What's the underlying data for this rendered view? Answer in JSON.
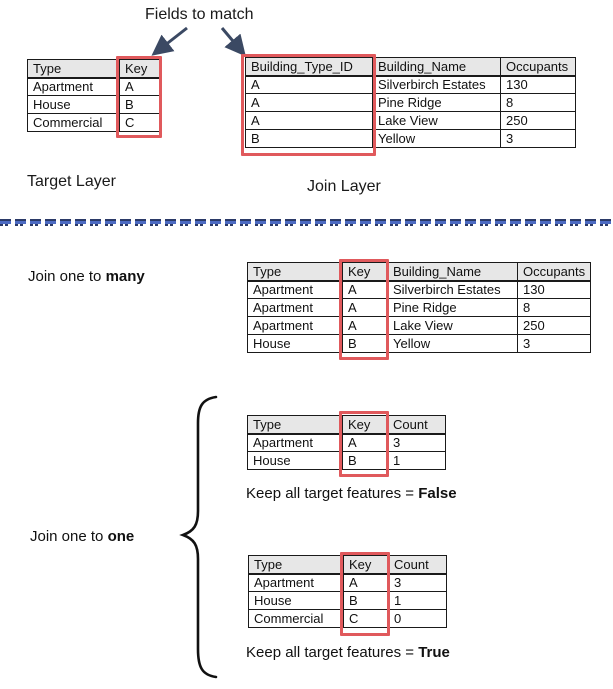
{
  "title": "Fields to match",
  "colors": {
    "highlight_red": "#e0595c",
    "header_gray": "#e7e7e7",
    "arrow_navy": "#3b4963",
    "divider_blue": "#4d6bc2",
    "divider_navy": "#2b3a68"
  },
  "target": {
    "label": "Target Layer",
    "table": {
      "headers": [
        "Type",
        "Key"
      ],
      "rows": [
        [
          "Apartment",
          "A"
        ],
        [
          "House",
          "B"
        ],
        [
          "Commercial",
          "C"
        ]
      ]
    }
  },
  "join": {
    "label": "Join Layer",
    "table": {
      "headers": [
        "Building_Type_ID",
        "Building_Name",
        "Occupants"
      ],
      "rows": [
        [
          "A",
          "Silverbirch Estates",
          "130"
        ],
        [
          "A",
          "Pine Ridge",
          "8"
        ],
        [
          "A",
          "Lake View",
          "250"
        ],
        [
          "B",
          "Yellow",
          "3"
        ]
      ]
    }
  },
  "one_to_many": {
    "label_prefix": "Join one to ",
    "label_bold": "many",
    "table": {
      "headers": [
        "Type",
        "Key",
        "Building_Name",
        "Occupants"
      ],
      "rows": [
        [
          "Apartment",
          "A",
          "Silverbirch Estates",
          "130"
        ],
        [
          "Apartment",
          "A",
          "Pine Ridge",
          "8"
        ],
        [
          "Apartment",
          "A",
          "Lake View",
          "250"
        ],
        [
          "House",
          "B",
          "Yellow",
          "3"
        ]
      ]
    }
  },
  "one_to_one": {
    "label_prefix": "Join one to ",
    "label_bold": "one",
    "false_table": {
      "headers": [
        "Type",
        "Key",
        "Count"
      ],
      "rows": [
        [
          "Apartment",
          "A",
          "3"
        ],
        [
          "House",
          "B",
          "1"
        ]
      ]
    },
    "false_caption_prefix": "Keep all target features = ",
    "false_caption_bold": "False",
    "true_table": {
      "headers": [
        "Type",
        "Key",
        "Count"
      ],
      "rows": [
        [
          "Apartment",
          "A",
          "3"
        ],
        [
          "House",
          "B",
          "1"
        ],
        [
          "Commercial",
          "C",
          "0"
        ]
      ]
    },
    "true_caption_prefix": "Keep all target features = ",
    "true_caption_bold": "True"
  }
}
